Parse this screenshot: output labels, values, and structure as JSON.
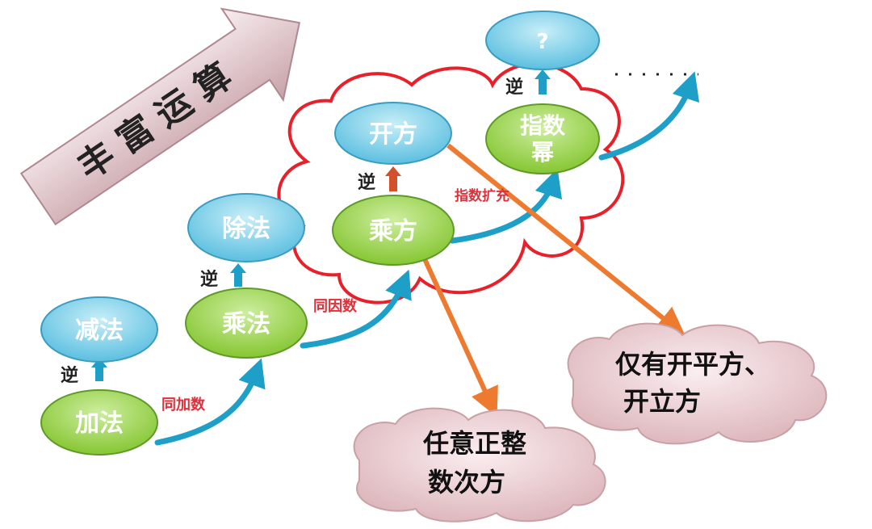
{
  "title_arrow": "丰富运算",
  "nodes": {
    "unknown": "?",
    "root": "开方",
    "exponent_power_line1": "指数",
    "exponent_power_line2": "幂",
    "power": "乘方",
    "division": "除法",
    "multiplication": "乘法",
    "subtraction": "减法",
    "addition": "加法"
  },
  "edges": {
    "inverse": "逆",
    "same_addend": "同加数",
    "same_factor": "同因数",
    "exponent_extend": "指数扩充",
    "continuation": "……"
  },
  "clouds": {
    "root_note_line1": "仅有开平方、",
    "root_note_line2": "开立方",
    "power_note_line1": "任意正整",
    "power_note_line2": "数次方"
  },
  "colors": {
    "blue_node": "#7fd0e8",
    "green_node": "#9fd44a",
    "red_cloud": "#e8202a",
    "orange_arrow": "#ee7a30",
    "blue_arrow": "#1e9fc8",
    "pink_cloud": "#e8c8cc"
  }
}
